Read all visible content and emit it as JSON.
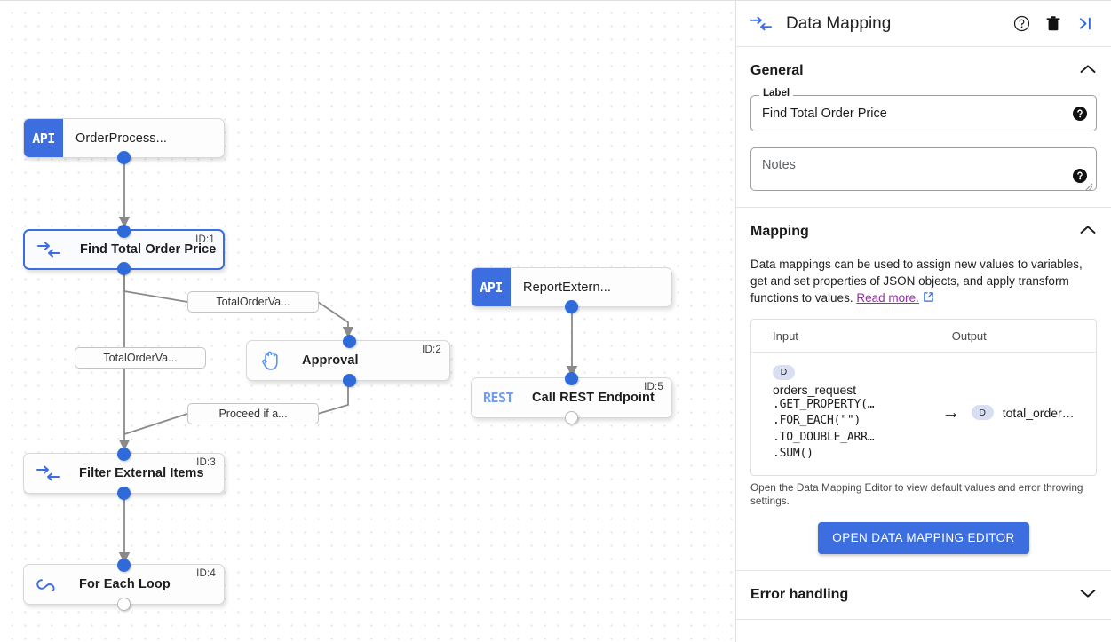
{
  "canvas": {
    "nodes": [
      {
        "id": "n0",
        "kind": "api",
        "badge": "API",
        "title": "OrderProcess...",
        "id_label": "",
        "selected": false,
        "out_port": "filled"
      },
      {
        "id": "n1",
        "kind": "map",
        "badge": "",
        "title": "Find Total Order Price",
        "id_label": "ID:1",
        "selected": true,
        "out_port": "filled"
      },
      {
        "id": "n2",
        "kind": "hand",
        "badge": "",
        "title": "Approval",
        "id_label": "ID:2",
        "selected": false,
        "out_port": "filled"
      },
      {
        "id": "n3",
        "kind": "map",
        "badge": "",
        "title": "Filter External Items",
        "id_label": "ID:3",
        "selected": false,
        "out_port": "filled"
      },
      {
        "id": "n4",
        "kind": "loop",
        "badge": "",
        "title": "For Each Loop",
        "id_label": "ID:4",
        "selected": false,
        "out_port": "hollow"
      },
      {
        "id": "n5",
        "kind": "api",
        "badge": "API",
        "title": "ReportExtern...",
        "id_label": "",
        "selected": false,
        "out_port": "filled"
      },
      {
        "id": "n6",
        "kind": "rest",
        "badge": "REST",
        "title": "Call REST Endpoint",
        "id_label": "ID:5",
        "selected": false,
        "out_port": "hollow"
      }
    ],
    "edge_labels": [
      {
        "text": "TotalOrderVa..."
      },
      {
        "text": "TotalOrderVa..."
      },
      {
        "text": "Proceed if a..."
      }
    ]
  },
  "panel": {
    "header": {
      "title": "Data Mapping",
      "icon": "data-mapping-icon",
      "help_icon": "help-circle-icon",
      "delete_icon": "trash-icon",
      "collapse_icon": "collapse-panel-icon"
    },
    "general": {
      "title": "General",
      "label_legend": "Label",
      "label_value": "Find Total Order Price",
      "notes_placeholder": "Notes"
    },
    "mapping": {
      "title": "Mapping",
      "description": "Data mappings can be used to assign new values to variables, get and set properties of JSON objects, and apply transform functions to values.",
      "read_more": "Read more.",
      "columns": {
        "input": "Input",
        "output": "Output"
      },
      "rows": [
        {
          "input_chip": "D",
          "input_name": "orders_request",
          "input_lines": [
            ".GET_PROPERTY(…",
            ".FOR_EACH(\"\")",
            ".TO_DOUBLE_ARR…",
            ".SUM()"
          ],
          "arrow": "→",
          "output_chip": "D",
          "output_name": "total_order…"
        }
      ],
      "note": "Open the Data Mapping Editor to view default values and error throwing settings.",
      "button": "OPEN DATA MAPPING EDITOR"
    },
    "error_handling": {
      "title": "Error handling"
    }
  },
  "colors": {
    "accent": "#3d6ee0",
    "link": "#9c27b0",
    "chip_bg": "#d9def2",
    "rest_blue": "#6f9bf0"
  }
}
